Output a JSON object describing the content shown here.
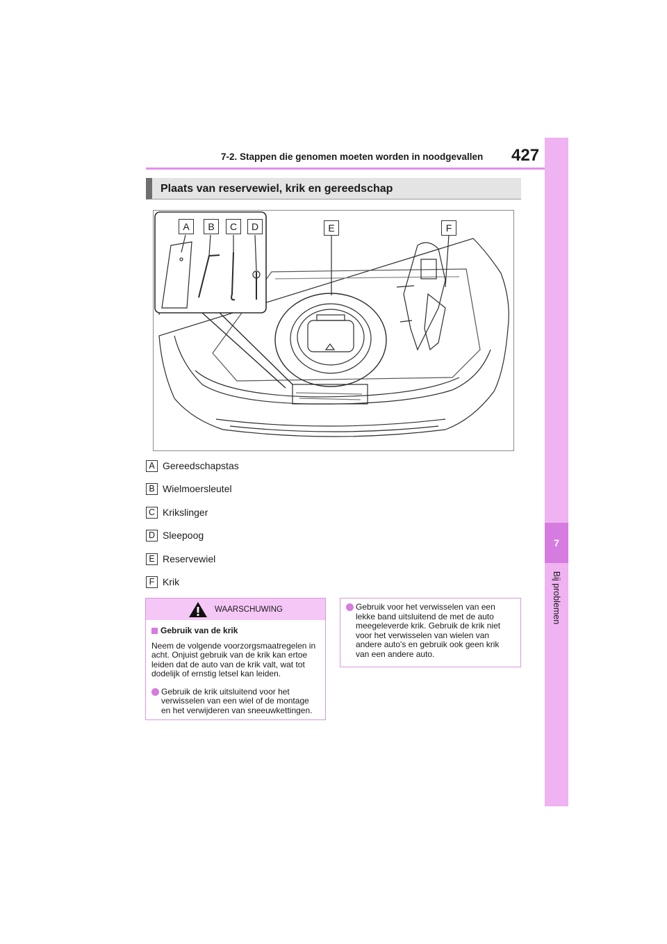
{
  "header": {
    "section_title": "7-2. Stappen die genomen moeten worden in noodgevallen",
    "page_number": "427"
  },
  "side_tab": {
    "chapter_number": "7",
    "chapter_label": "Bij problemen"
  },
  "section": {
    "heading": "Plaats van reservewiel, krik en gereedschap"
  },
  "figure": {
    "callouts": [
      "A",
      "B",
      "C",
      "D",
      "E",
      "F"
    ]
  },
  "legend": [
    {
      "letter": "A",
      "text": "Gereedschapstas"
    },
    {
      "letter": "B",
      "text": "Wielmoersleutel"
    },
    {
      "letter": "C",
      "text": "Krikslinger"
    },
    {
      "letter": "D",
      "text": "Sleepoog"
    },
    {
      "letter": "E",
      "text": "Reservewiel"
    },
    {
      "letter": "F",
      "text": "Krik"
    }
  ],
  "warning": {
    "title": "WAARSCHUWING",
    "sub_heading": "Gebruik van de krik",
    "intro": "Neem de volgende voorzorgsmaatregelen in acht. Onjuist gebruik van de krik kan ertoe leiden dat de auto van de krik valt, wat tot dodelijk of ernstig letsel kan leiden.",
    "bullet_1": "Gebruik de krik uitsluitend voor het verwisselen van een wiel of de montage en het verwijderen van sneeuwkettingen."
  },
  "note": {
    "bullet_1": "Gebruik voor het verwisselen van een lekke band uitsluitend de met de auto meegeleverde krik. Gebruik de krik niet voor het verwisselen van wielen van andere auto's en gebruik ook geen krik van een andere auto."
  },
  "colors": {
    "accent": "#d67ce0",
    "tab": "#efb3f2",
    "warning_header": "#f5c7f7",
    "heading_bg": "#e4e4e4"
  }
}
